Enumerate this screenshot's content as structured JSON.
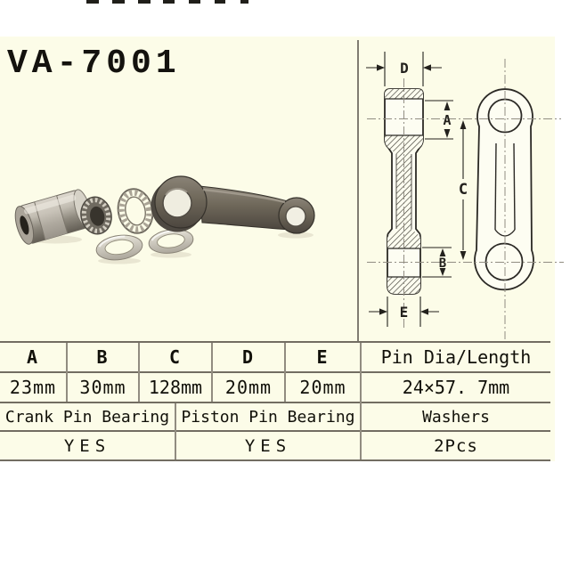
{
  "page": {
    "title": "VA-7001",
    "background_color": "#fcfce8",
    "table_line_color": "#726d62"
  },
  "diagram": {
    "labels": {
      "d": "D",
      "a": "A",
      "c": "C",
      "b": "B",
      "e": "E"
    }
  },
  "table": {
    "headers": [
      "A",
      "B",
      "C",
      "D",
      "E",
      "Pin Dia/Length"
    ],
    "values": [
      "23mm",
      "30mm",
      "128mm",
      "20mm",
      "20mm",
      "24×57. 7mm"
    ],
    "spec_headers": [
      "Crank Pin Bearing",
      "Piston Pin Bearing",
      "Washers"
    ],
    "spec_values": [
      "YES",
      "YES",
      "2Pcs"
    ]
  }
}
